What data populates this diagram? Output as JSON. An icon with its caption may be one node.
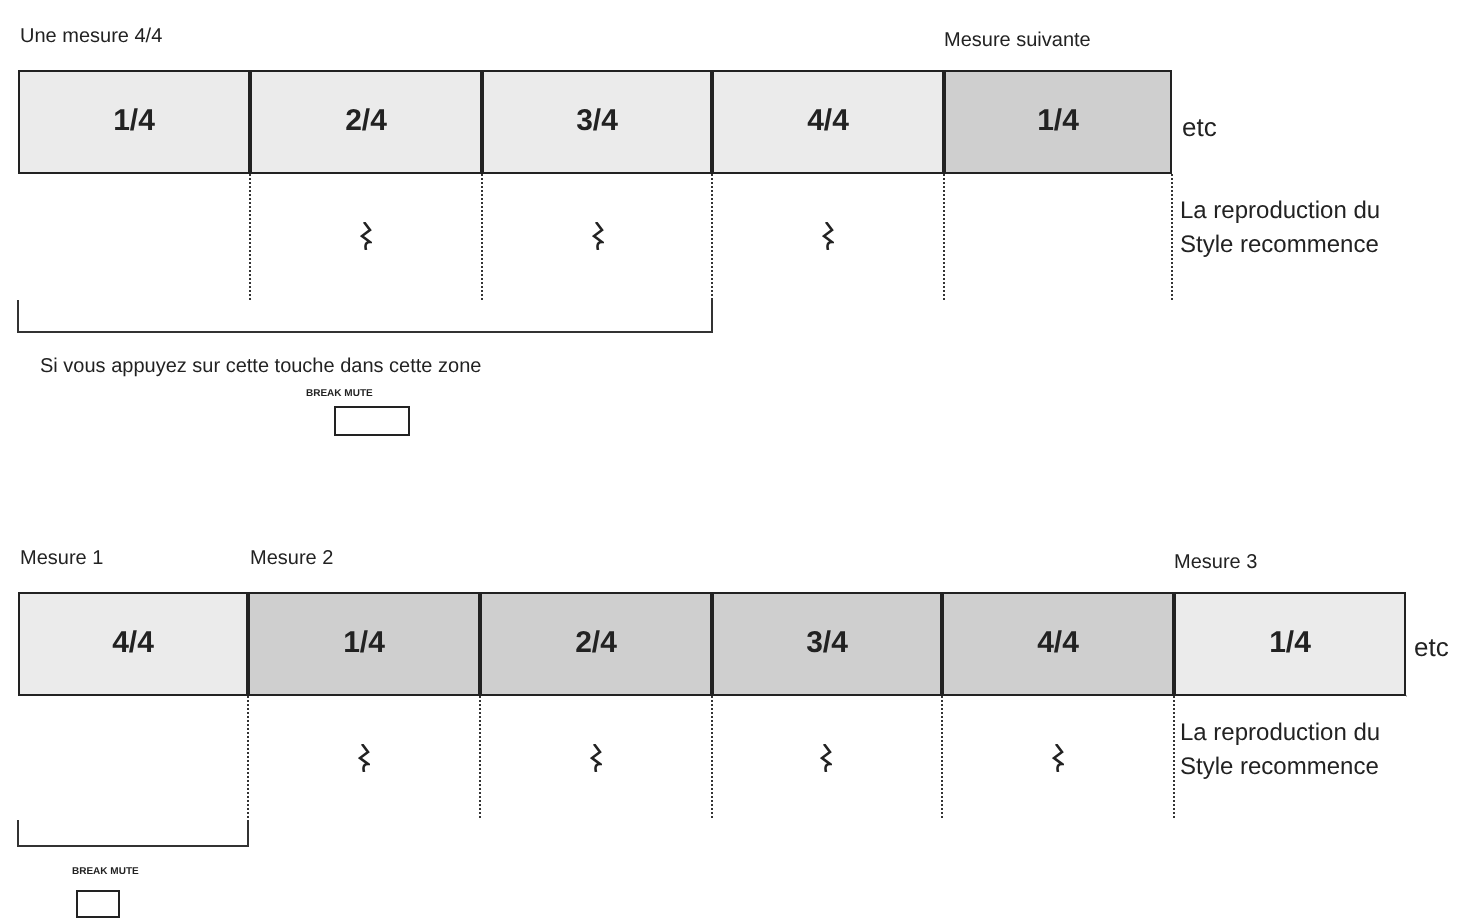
{
  "diagram": {
    "nodes": [
      {
        "text": [
          "1/4"
        ]
      },
      {
        "text": [
          "2/4"
        ]
      },
      {
        "text": [
          "3/4"
        ]
      },
      {
        "text": [
          "4/4"
        ]
      },
      {
        "text": [
          "1/4"
        ]
      },
      {
        "text": [],
        "shape": "box"
      },
      {
        "text": [
          "4/4"
        ]
      },
      {
        "text": [
          "1/4"
        ]
      },
      {
        "text": [
          "2/4"
        ]
      },
      {
        "text": [
          "3/4"
        ]
      },
      {
        "text": [
          "4/4"
        ]
      },
      {
        "text": [
          "1/4"
        ]
      },
      {
        "text": [],
        "shape": "box"
      }
    ],
    "labels": [
      "Une mesure 4/4",
      "Mesure suivante",
      "etc",
      "La reproduction du Style recommence",
      "Si vous appuyez sur cette touche dans cette zone",
      "BREAK MUTE",
      "Mesure 1",
      "Mesure 2",
      "Mesure 3",
      "etc",
      "La reproduction du Style recommence",
      "BREAK MUTE"
    ]
  }
}
